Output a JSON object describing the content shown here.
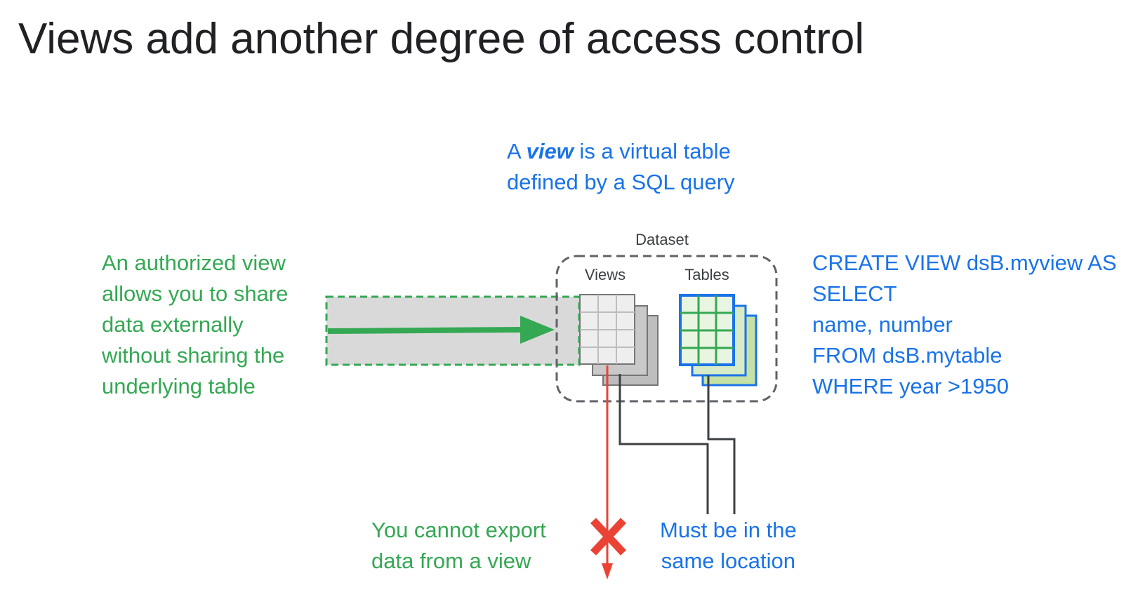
{
  "title": "Views add another degree of access control",
  "view_definition": {
    "prefix": "A ",
    "emphasis": "view",
    "suffix": " is a virtual table",
    "line2": "defined by a SQL query"
  },
  "dataset_label": "Dataset",
  "views_label": "Views",
  "tables_label": "Tables",
  "authorized_view_lines": [
    "An authorized view",
    "allows you to share",
    "data externally",
    "without sharing the",
    "underlying table"
  ],
  "sql_lines": [
    "CREATE VIEW dsB.myview AS",
    "SELECT",
    "name, number",
    "FROM dsB.mytable",
    "WHERE year >1950"
  ],
  "export_note_lines": [
    "You cannot export",
    "data from a view"
  ],
  "location_note_lines": [
    "Must be in the",
    "same location"
  ],
  "colors": {
    "blue": "#1a73e8",
    "green": "#34a853",
    "red": "#ea4335",
    "dark": "#3c4043",
    "gray_fill": "#d9d9d9"
  }
}
